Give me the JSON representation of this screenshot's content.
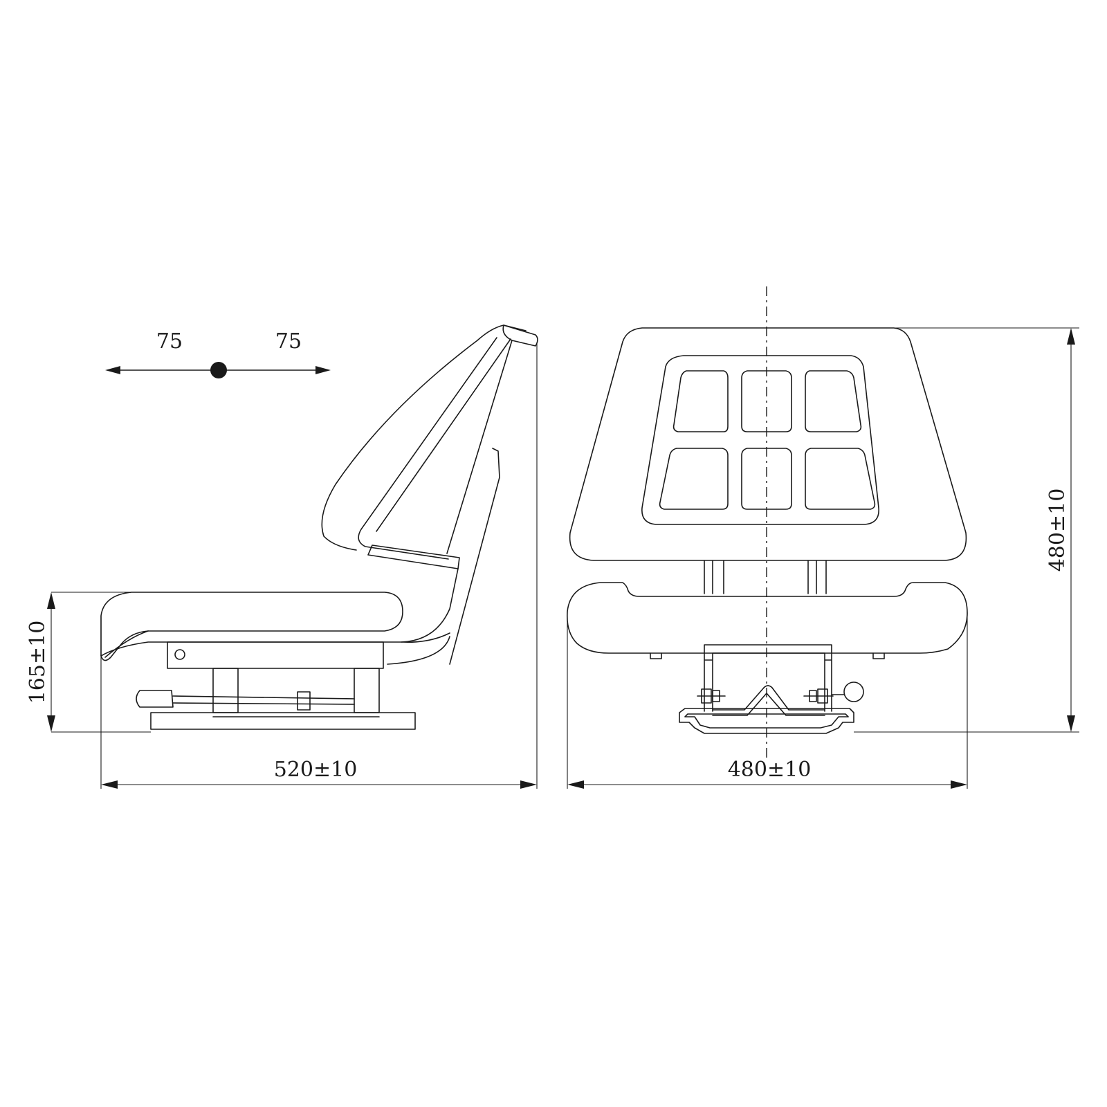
{
  "diagram": {
    "adjust_left": "75",
    "adjust_right": "75",
    "side_height": "165±10",
    "side_width": "520±10",
    "front_width": "480±10",
    "front_height": "480±10",
    "line_color": "#1a1a1a",
    "background": "#ffffff"
  }
}
